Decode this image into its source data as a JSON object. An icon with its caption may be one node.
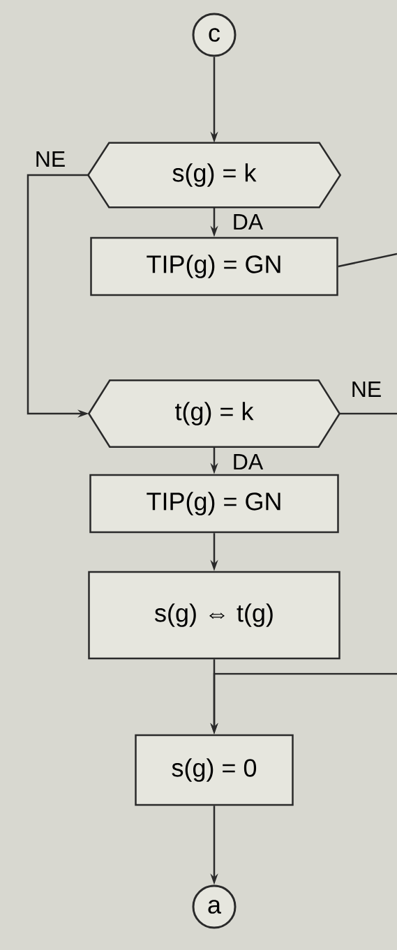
{
  "diagram": {
    "nodes": [
      {
        "text": [
          "c"
        ]
      },
      {
        "text": [
          "s(g) = k"
        ]
      },
      {
        "text": [
          "TIP(g) = GN"
        ]
      },
      {
        "text": [
          "t(g) = k"
        ]
      },
      {
        "text": [
          "TIP(g) = GN"
        ]
      },
      {
        "text": [
          "s(g) ⇔ t(g)"
        ]
      },
      {
        "text": [
          "s(g) = 0"
        ]
      },
      {
        "text": [
          "a"
        ]
      }
    ],
    "edges": [
      {
        "from": 0,
        "to": 1,
        "arrow": "to"
      },
      {
        "from": 1,
        "to": 2,
        "arrow": "to",
        "label": "DA"
      },
      {
        "from": 1,
        "to": 3,
        "arrow": "to",
        "label": "NE"
      },
      {
        "from": 2,
        "to": null,
        "arrow": "none"
      },
      {
        "from": 3,
        "to": 4,
        "arrow": "to",
        "label": "DA"
      },
      {
        "from": 3,
        "to": null,
        "arrow": "none",
        "label": "NE"
      },
      {
        "from": 4,
        "to": 5,
        "arrow": "to"
      },
      {
        "from": 5,
        "to": 6,
        "arrow": "to"
      },
      {
        "from": null,
        "to": 6,
        "arrow": "to"
      },
      {
        "from": 6,
        "to": 7,
        "arrow": "to"
      }
    ]
  }
}
